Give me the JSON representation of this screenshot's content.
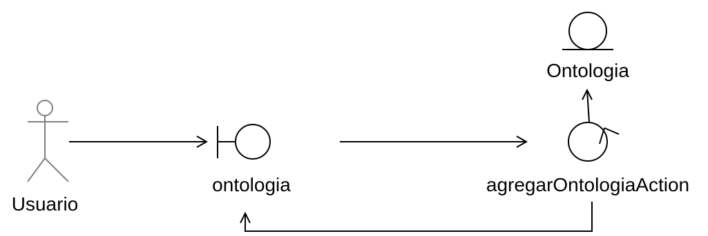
{
  "diagram": {
    "type": "UML robustness / communication diagram",
    "nodes": {
      "actor": {
        "kind": "actor",
        "label": "Usuario"
      },
      "boundary": {
        "kind": "boundary",
        "label": "ontologia"
      },
      "control": {
        "kind": "control",
        "label": "agregarOntologiaAction"
      },
      "entity": {
        "kind": "entity",
        "label": "Ontologia"
      }
    },
    "edges": [
      {
        "from": "Usuario",
        "to": "ontologia"
      },
      {
        "from": "ontologia",
        "to": "agregarOntologiaAction"
      },
      {
        "from": "agregarOntologiaAction",
        "to": "Ontologia"
      },
      {
        "from": "agregarOntologiaAction",
        "to": "ontologia"
      }
    ]
  },
  "colors": {
    "stroke": "#000000",
    "actor_stroke": "#7f7f7f",
    "background": "#ffffff"
  }
}
